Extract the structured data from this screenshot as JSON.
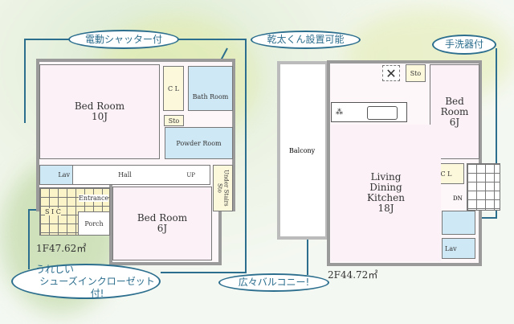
{
  "callouts": {
    "shutter": "電動シャッター付",
    "dryer": "乾太くん設置可能",
    "handwash": "手洗器付",
    "shoe_closet_line1": "うれしい",
    "shoe_closet_line2": "シューズインクローゼット付!",
    "balcony": "広々バルコニー!"
  },
  "floor1": {
    "area": "1F47.62㎡",
    "bedroom_large": {
      "name": "Bed Room",
      "size": "10J"
    },
    "closet": "C L",
    "bath": "Bath Room",
    "storage": "Sto",
    "powder": "Powder Room",
    "hall": "Hall",
    "up": "UP",
    "lav": "Lav",
    "entrance": "Entrance",
    "sic": "S I C",
    "porch": "Porch",
    "bedroom_small": {
      "name": "Bed Room",
      "size": "6J"
    },
    "under_stairs": "Under Stairs Sto"
  },
  "floor2": {
    "area": "2F44.72㎡",
    "balcony": "Balcony",
    "storage": "Sto",
    "bedroom": {
      "name1": "Bed",
      "name2": "Room",
      "size": "6J"
    },
    "closet": "C L",
    "ldk": {
      "l1": "Living",
      "l2": "Dining",
      "l3": "Kitchen",
      "size": "18J"
    },
    "dn": "DN",
    "lav": "Lav"
  },
  "colors": {
    "callout": "#2c6e8e",
    "wall": "#9a9a9a",
    "wet_area": "#cfe8f5"
  }
}
